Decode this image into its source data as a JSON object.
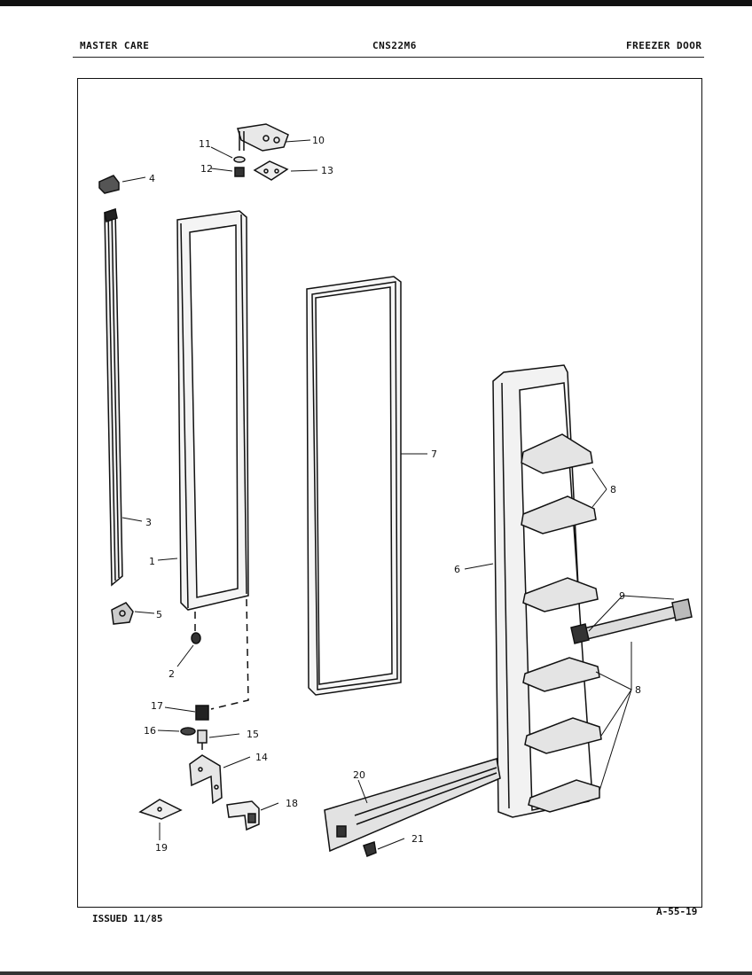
{
  "header": {
    "brand": "MASTER CARE",
    "model": "CNS22M6",
    "section": "FREEZER DOOR"
  },
  "footer": {
    "issued": "ISSUED 11/85",
    "page_ref": "A-55-19"
  },
  "callouts": {
    "c1": "1",
    "c2": "2",
    "c3": "3",
    "c4": "4",
    "c5": "5",
    "c6": "6",
    "c7": "7",
    "c8a": "8",
    "c8b": "8",
    "c9": "9",
    "c10": "10",
    "c11": "11",
    "c12": "12",
    "c13": "13",
    "c14": "14",
    "c15": "15",
    "c16": "16",
    "c17": "17",
    "c18": "18",
    "c19": "19",
    "c20": "20",
    "c21": "21"
  }
}
